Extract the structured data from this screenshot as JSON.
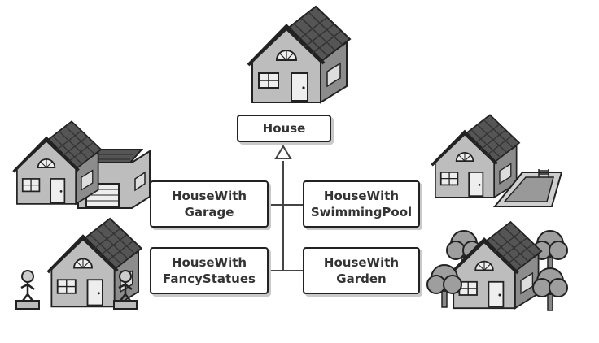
{
  "diagram": {
    "base_class": "House",
    "subclasses": [
      {
        "line1": "HouseWith",
        "line2": "Garage"
      },
      {
        "line1": "HouseWith",
        "line2": "SwimmingPool"
      },
      {
        "line1": "HouseWith",
        "line2": "FancyStatues"
      },
      {
        "line1": "HouseWith",
        "line2": "Garden"
      }
    ]
  },
  "illustrations": [
    {
      "name": "house-icon"
    },
    {
      "name": "house-with-garage-icon"
    },
    {
      "name": "house-with-swimming-pool-icon"
    },
    {
      "name": "house-with-fancy-statues-icon"
    },
    {
      "name": "house-with-garden-icon"
    }
  ],
  "colors": {
    "outline": "#222222",
    "roof": "#555555",
    "wall": "#bdbdbd",
    "shadow": "#c9c9c9"
  }
}
